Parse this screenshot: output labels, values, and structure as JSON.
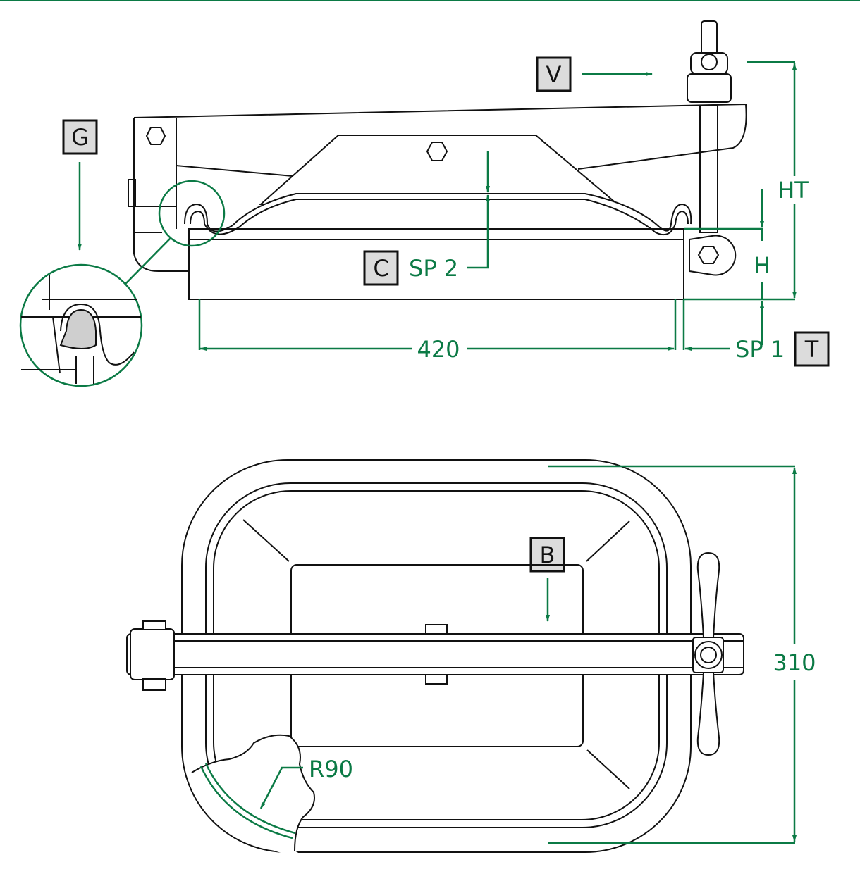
{
  "labels": {
    "g": "G",
    "v": "V",
    "c": "C",
    "t": "T",
    "b": "B"
  },
  "dimensions": {
    "width": "420",
    "sp1": "SP 1",
    "sp2": "SP 2",
    "h": "H",
    "ht": "HT",
    "depth": "310",
    "radius": "R90"
  },
  "colors": {
    "dimension": "#0b7a45",
    "label_box": "#dcdcdc",
    "line": "#111111"
  }
}
